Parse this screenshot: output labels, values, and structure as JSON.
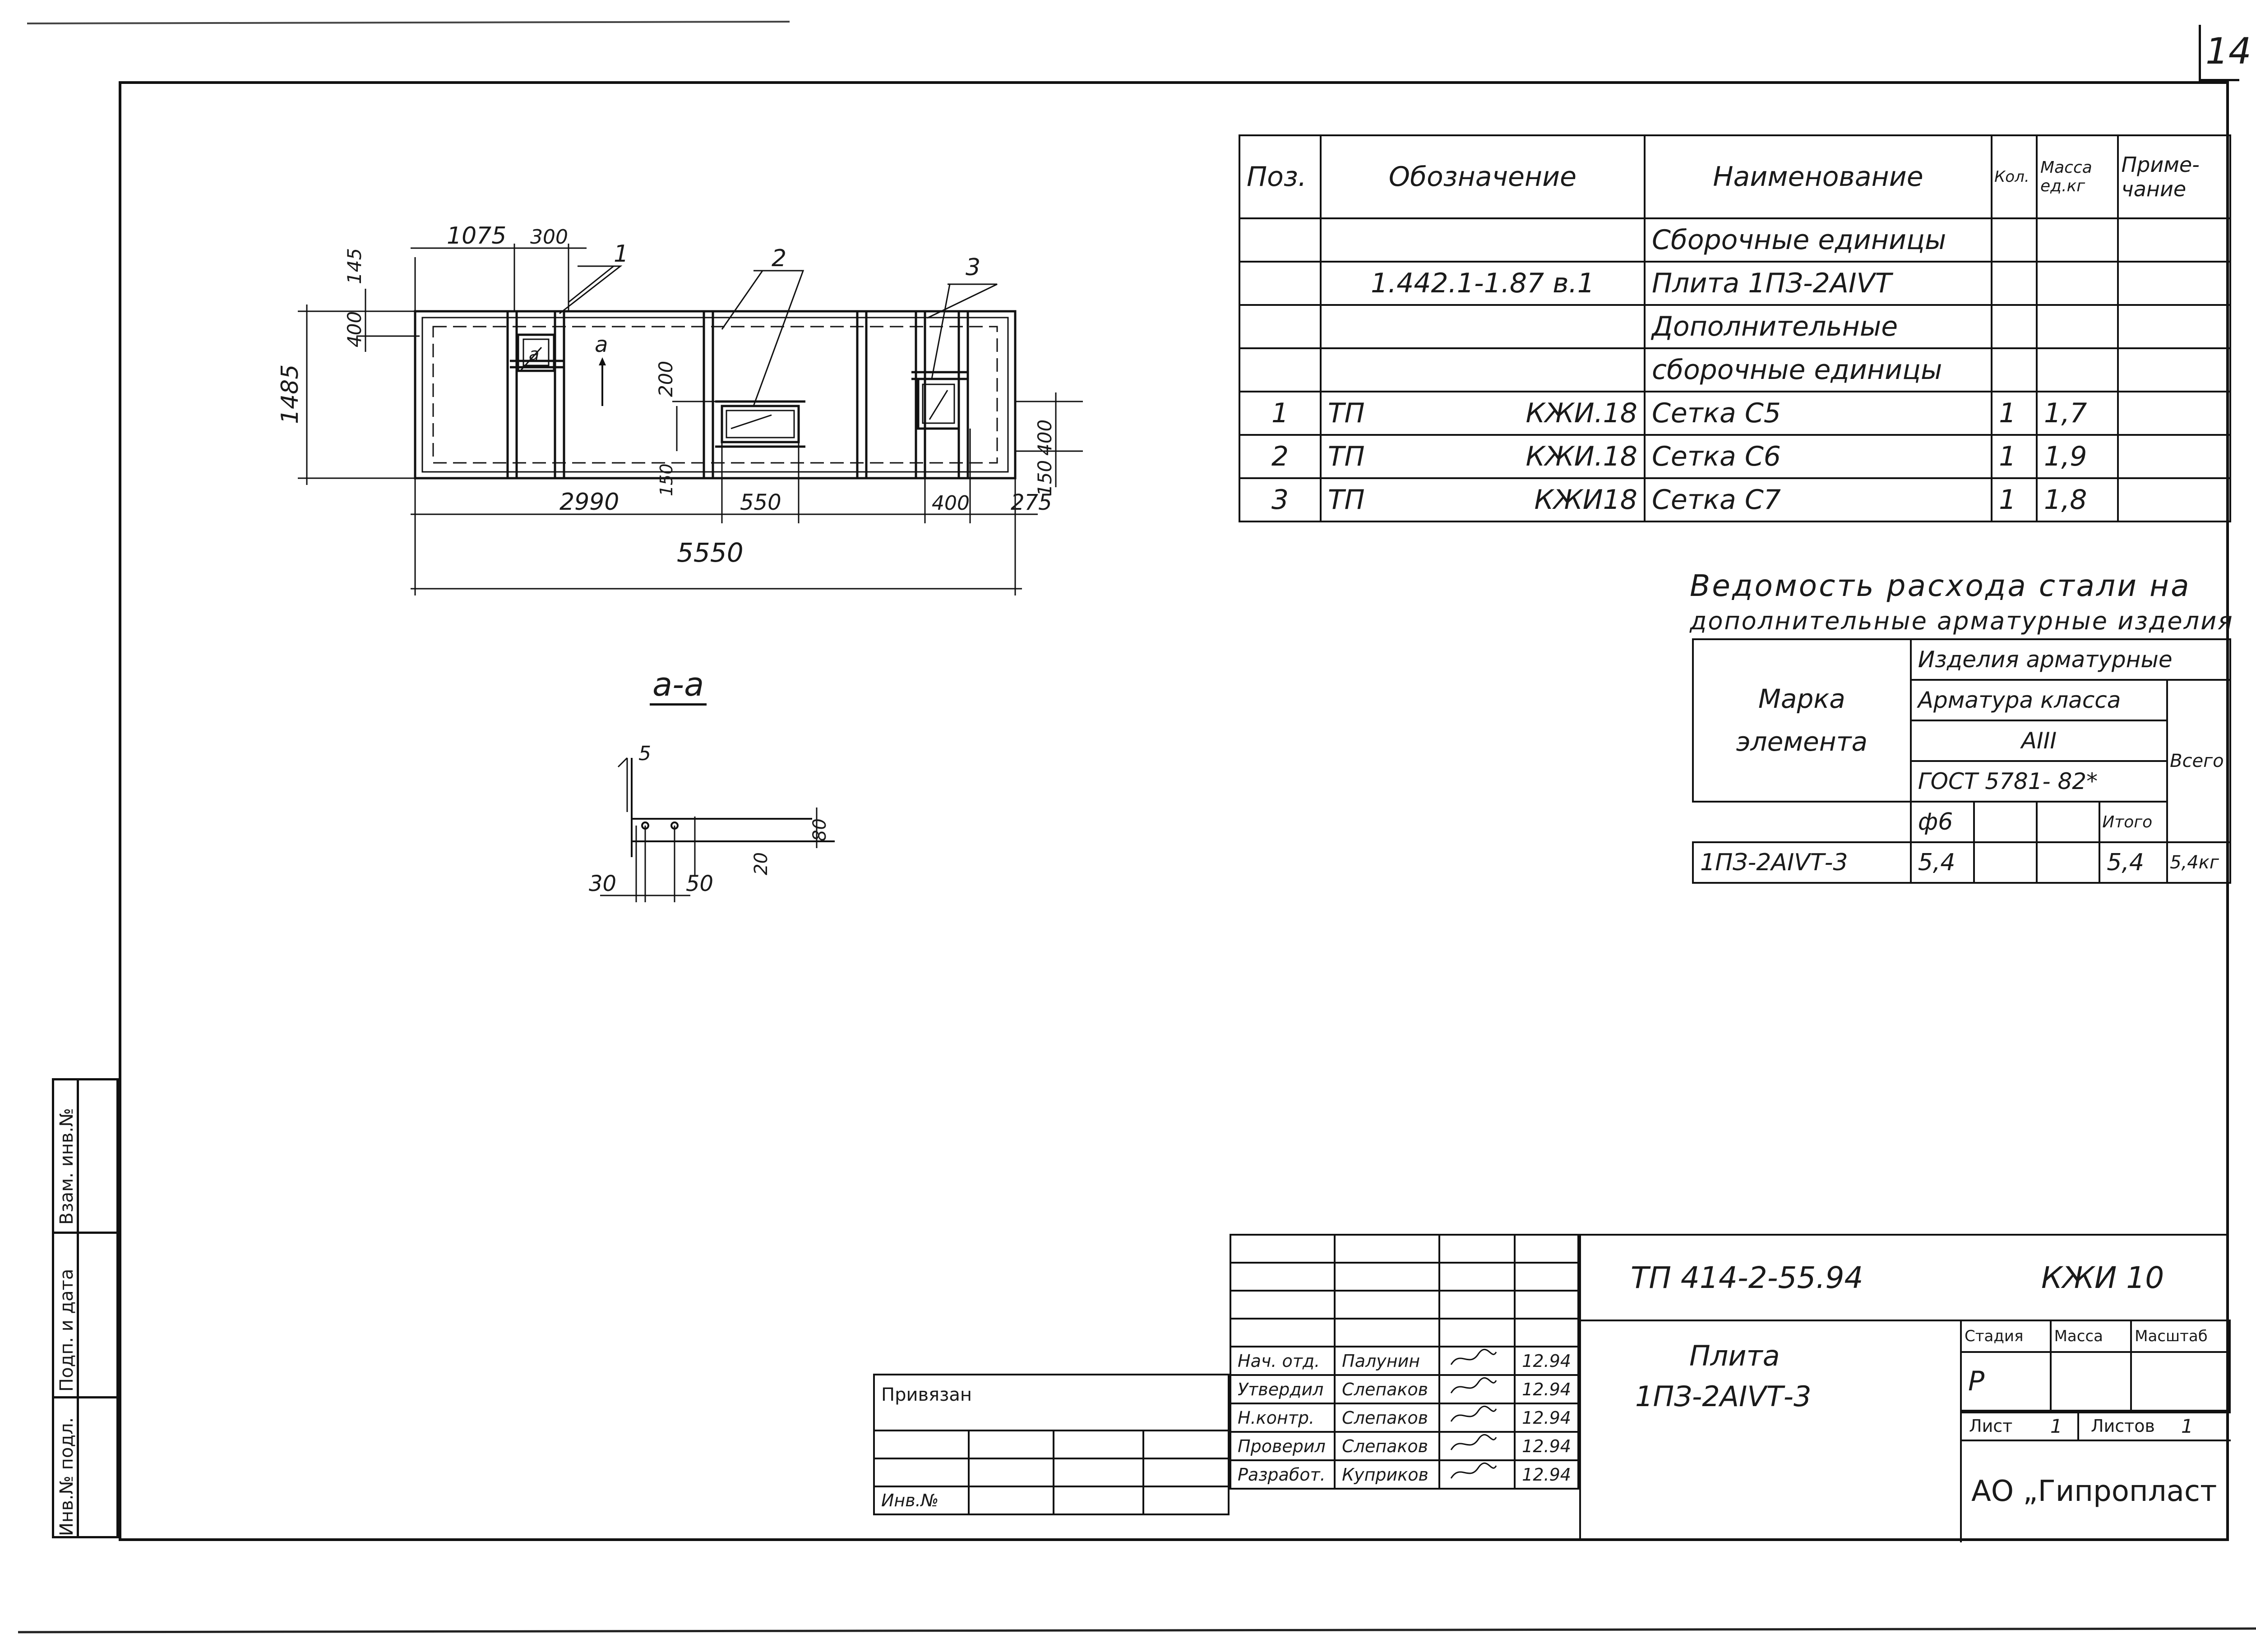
{
  "sheet_number": "14",
  "spec_table": {
    "headers": [
      "Поз.",
      "Обозначение",
      "Наименование",
      "Кол.",
      "Масса ед.кг",
      "Приме-чание"
    ],
    "rows": [
      {
        "pos": "",
        "code": "",
        "code2": "",
        "name": "Сборочные единицы",
        "qty": "",
        "mass": "",
        "note": ""
      },
      {
        "pos": "",
        "code": "1.442.1-1.87 в.1",
        "code2": "",
        "name": "Плита 1ПЗ-2АIVТ",
        "qty": "",
        "mass": "",
        "note": ""
      },
      {
        "pos": "",
        "code": "",
        "code2": "",
        "name": "Дополнительные",
        "qty": "",
        "mass": "",
        "note": ""
      },
      {
        "pos": "",
        "code": "",
        "code2": "",
        "name": "сборочные единицы",
        "qty": "",
        "mass": "",
        "note": ""
      },
      {
        "pos": "1",
        "code": "ТП",
        "code2": "КЖИ.18",
        "name": "Сетка С5",
        "qty": "1",
        "mass": "1,7",
        "note": ""
      },
      {
        "pos": "2",
        "code": "ТП",
        "code2": "КЖИ.18",
        "name": "Сетка С6",
        "qty": "1",
        "mass": "1,9",
        "note": ""
      },
      {
        "pos": "3",
        "code": "ТП",
        "code2": "КЖИ18",
        "name": "Сетка С7",
        "qty": "1",
        "mass": "1,8",
        "note": ""
      }
    ]
  },
  "steel_table": {
    "title_line1": "Ведомость расхода стали на",
    "title_line2": "дополнительные арматурные изделия",
    "col_mark": "Марка элемента",
    "group": "Изделия арматурные",
    "subgroup": "Арматура класса",
    "class": "АIII",
    "gost": "ГОСТ 5781- 82*",
    "diameter": "ф6",
    "total_label": "Итого",
    "all_label": "Всего",
    "row": {
      "mark": "1ПЗ-2АIVТ-3",
      "d6": "5,4",
      "total": "5,4",
      "all": "5,4кг"
    }
  },
  "plan": {
    "dims": [
      "1075",
      "300",
      "145",
      "400",
      "1485",
      "200",
      "150",
      "400",
      "150",
      "2990",
      "550",
      "400",
      "275",
      "5550"
    ],
    "callouts": [
      "1",
      "2",
      "3"
    ],
    "section_mark": "а"
  },
  "section": {
    "title": "а-а",
    "dims": [
      "5",
      "80",
      "20",
      "30",
      "50"
    ]
  },
  "stamp": {
    "doc_code": "ТП 414-2-55.94",
    "part": "КЖИ 10",
    "object_line1": "Плита",
    "object_line2": "1ПЗ-2АIVТ-3",
    "stage_label": "Стадия",
    "mass_label": "Масса",
    "scale_label": "Масштаб",
    "stage": "Р",
    "sheet_label": "Лист",
    "sheet": "1",
    "sheets_label": "Листов",
    "sheets": "1",
    "company": "АО „Гипропласт",
    "linked": "Привязан",
    "inv": "Инв.№",
    "roles": [
      {
        "role": "Нач. отд.",
        "name": "Палунин",
        "date": "12.94"
      },
      {
        "role": "Утвердил",
        "name": "Слепаков",
        "date": "12.94"
      },
      {
        "role": "Н.контр.",
        "name": "Слепаков",
        "date": "12.94"
      },
      {
        "role": "Проверил",
        "name": "Слепаков",
        "date": "12.94"
      },
      {
        "role": "Разработ.",
        "name": "Куприков",
        "date": "12.94"
      }
    ]
  },
  "left_strip": {
    "inv_orig": "Инв.№ подл.",
    "sign_date": "Подп. и дата",
    "replace": "Взам. инв.№"
  }
}
